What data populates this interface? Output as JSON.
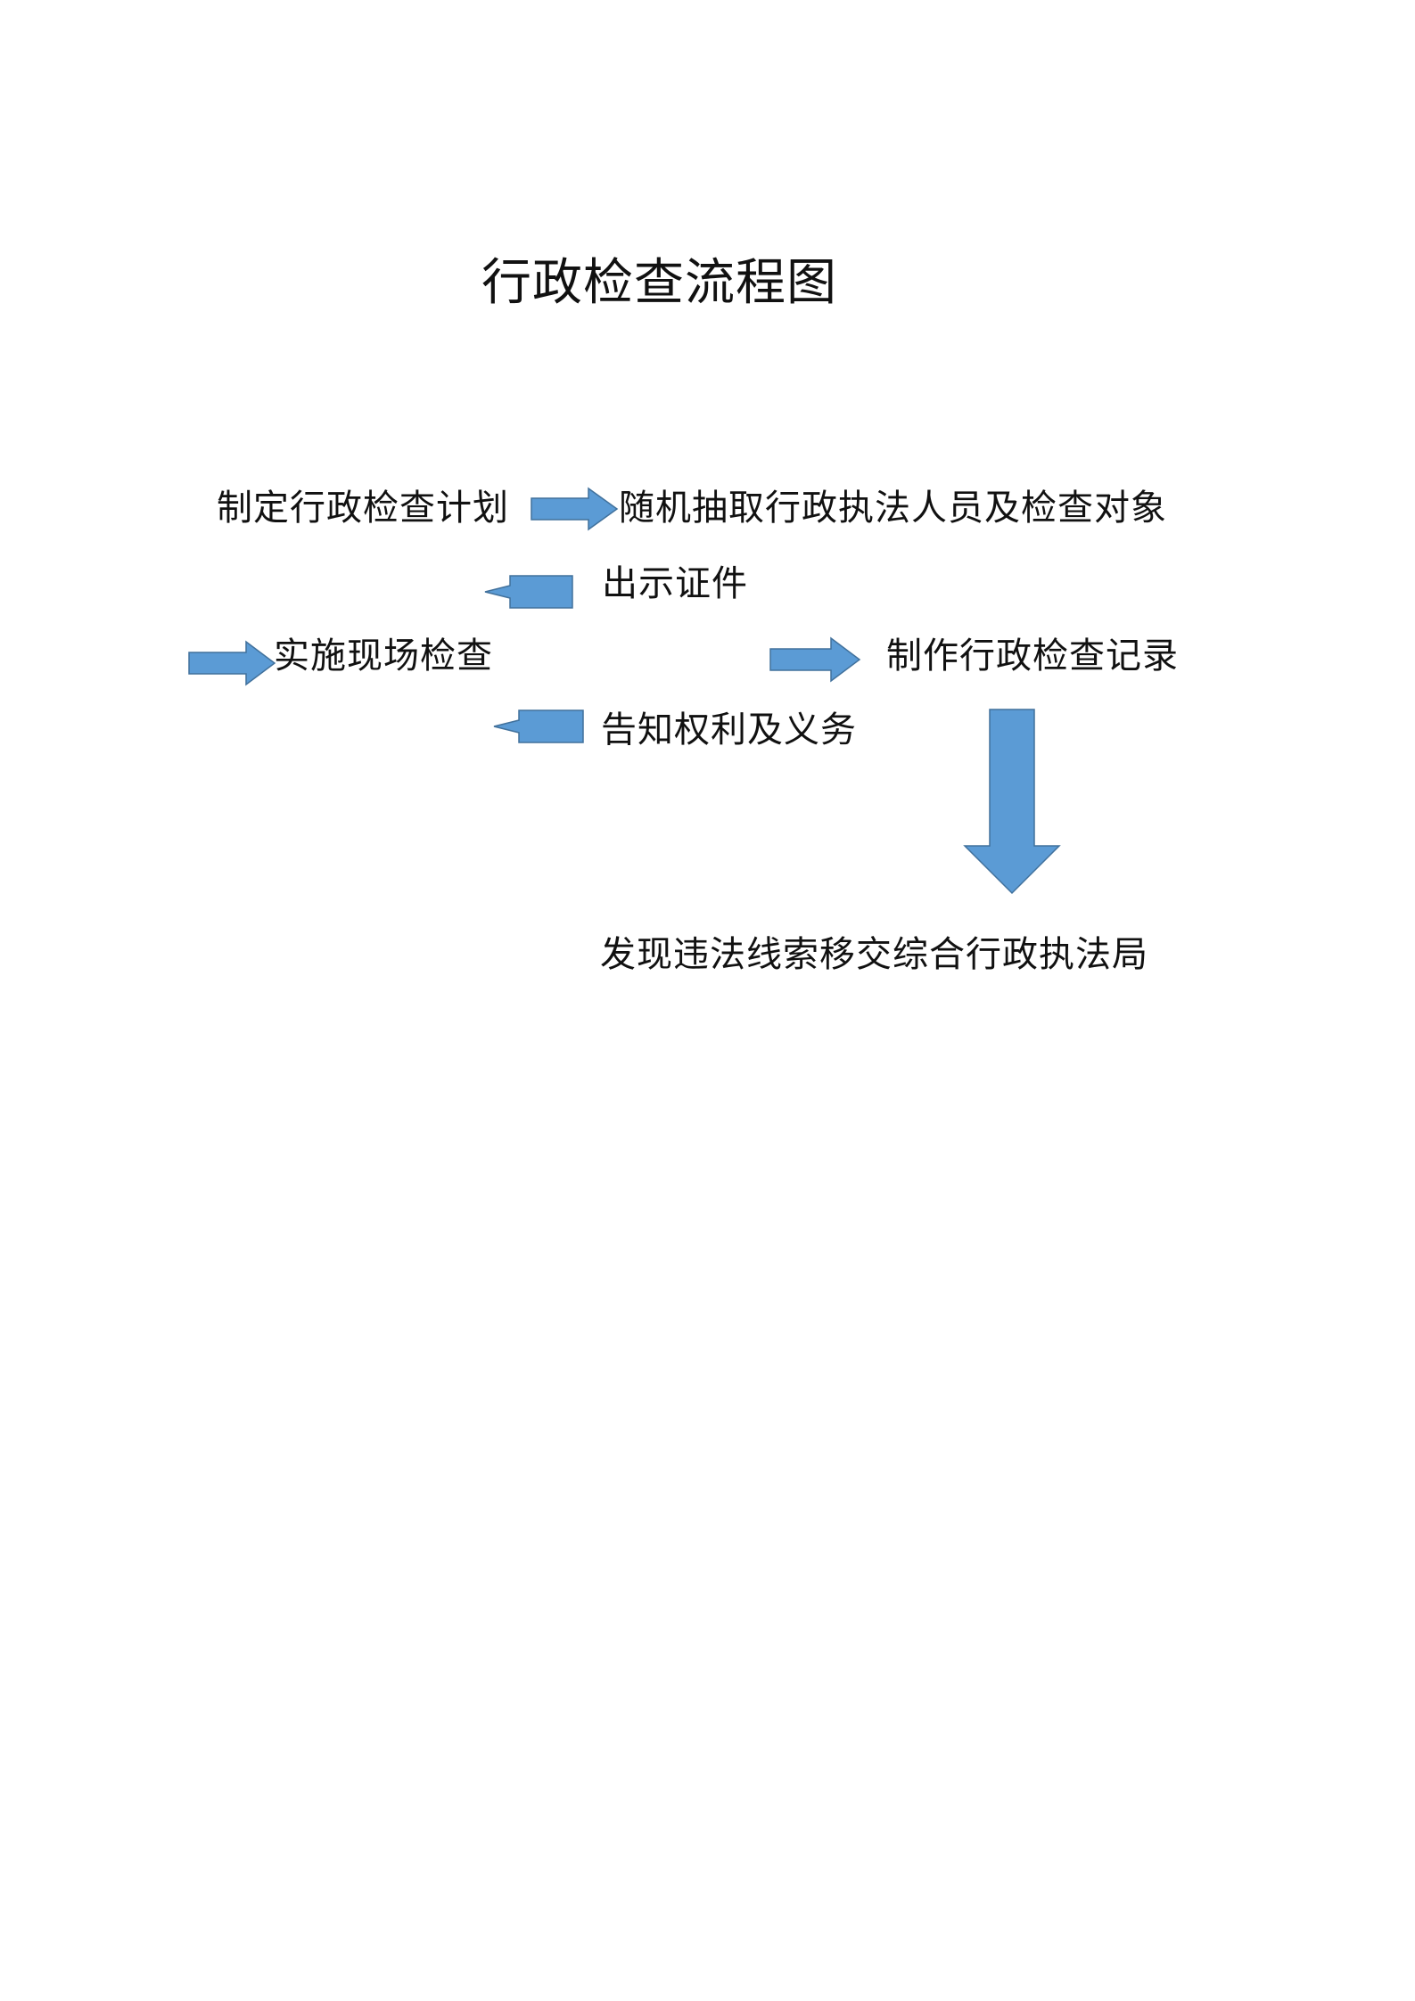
{
  "title": "行政检查流程图",
  "arrow_color": "#5b9bd5",
  "arrow_outline_color": "#41719c",
  "nodes": {
    "plan": "制定行政检查计划",
    "random_select": "随机抽取行政执法人员及检查对象",
    "show_id": "出示证件",
    "on_site_inspection": "实施现场检查",
    "make_record": "制作行政检查记录",
    "inform_rights": "告知权利及义务",
    "transfer": "发现违法线索移交综合行政执法局"
  }
}
